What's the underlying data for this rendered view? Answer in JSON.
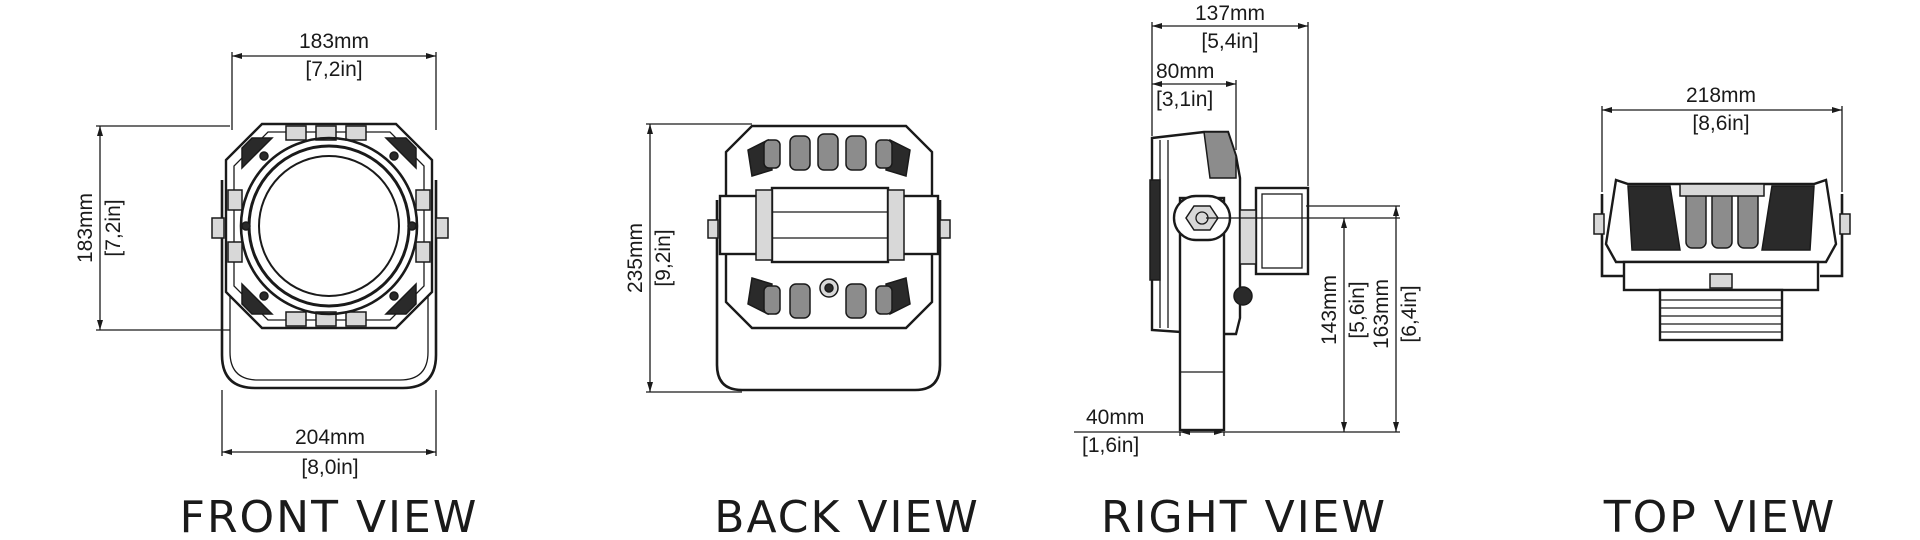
{
  "views": [
    {
      "title": "FRONT VIEW"
    },
    {
      "title": "BACK VIEW"
    },
    {
      "title": "RIGHT VIEW"
    },
    {
      "title": "TOP VIEW"
    }
  ],
  "dimensions": {
    "front_width": {
      "mm": "183mm",
      "in": "[7,2in]"
    },
    "front_height": {
      "mm": "183mm",
      "in": "[7,2in]"
    },
    "front_bracket_width": {
      "mm": "204mm",
      "in": "[8,0in]"
    },
    "back_height": {
      "mm": "235mm",
      "in": "[9,2in]"
    },
    "right_depth_total": {
      "mm": "137mm",
      "in": "[5,4in]"
    },
    "right_depth_body": {
      "mm": "80mm",
      "in": "[3,1in]"
    },
    "right_bracket_width": {
      "mm": "40mm",
      "in": "[1,6in]"
    },
    "right_height_143": {
      "mm": "143mm",
      "in": "[5,6in]"
    },
    "right_height_163": {
      "mm": "163mm",
      "in": "[6,4in]"
    },
    "top_width": {
      "mm": "218mm",
      "in": "[8,6in]"
    }
  }
}
